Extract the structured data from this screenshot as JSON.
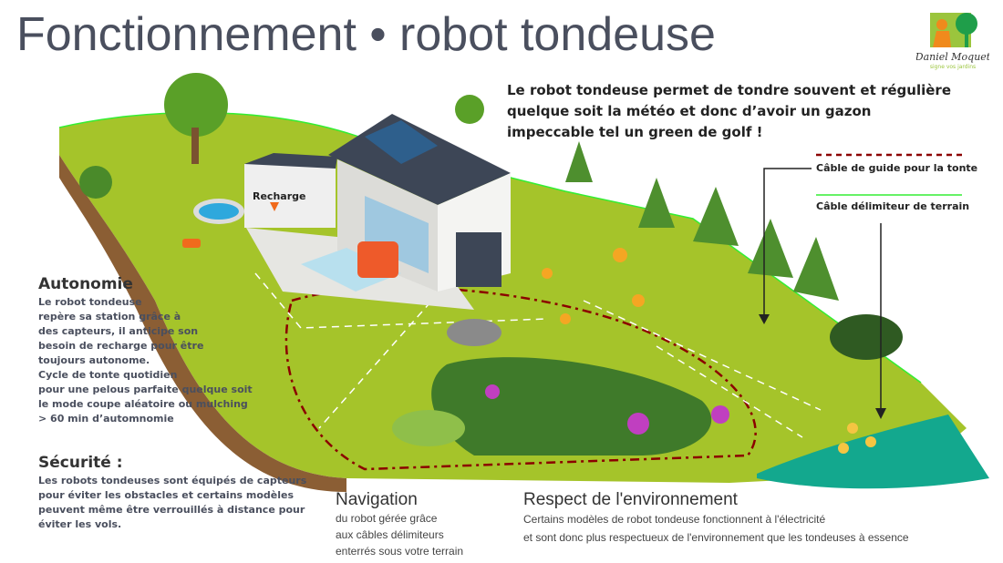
{
  "title": {
    "part1": "Fonctionnement",
    "separator": "•",
    "part2": "robot tondeuse"
  },
  "logo": {
    "text": "Daniel Moquet",
    "tagline": "signe vos jardins"
  },
  "intro": "Le robot tondeuse permet de tondre souvent et régulière quelque soit la météo et donc d’avoir un gazon impeccable tel un green de golf !",
  "legend": {
    "guide_cable": "Câble de guide pour la tonte",
    "boundary_cable": "Câble délimiteur de terrain",
    "guide_color": "#8b0000",
    "boundary_color": "#33ee33"
  },
  "recharge_label": "Recharge",
  "autonomie": {
    "title": "Autonomie",
    "lines": [
      "Le robot tondeuse",
      "repère sa station grâce à",
      "des capteurs, il anticipe son",
      "besoin de recharge pour être",
      "toujours autonome.",
      "Cycle de tonte quotidien",
      "pour une pelous parfaite quelque soit",
      "le mode coupe aléatoire ou mulching",
      "> 60 min d’automnomie"
    ]
  },
  "securite": {
    "title": "Sécurité :",
    "lines": [
      "Les robots tondeuses sont équipés de capteurs",
      "pour éviter les obstacles et certains modèles",
      "peuvent même être verrouillés à distance pour",
      "éviter les vols."
    ]
  },
  "navigation": {
    "title": "Navigation",
    "lines": [
      "du robot gérée grâce",
      "aux câbles délimiteurs",
      "enterrés sous votre terrain"
    ]
  },
  "environnement": {
    "title": "Respect de l'environnement",
    "lines": [
      "Certains modèles de robot tondeuse fonctionnent à l'électricité",
      "et sont donc plus respectueux de l'environnement que les tondeuses à essence"
    ]
  }
}
